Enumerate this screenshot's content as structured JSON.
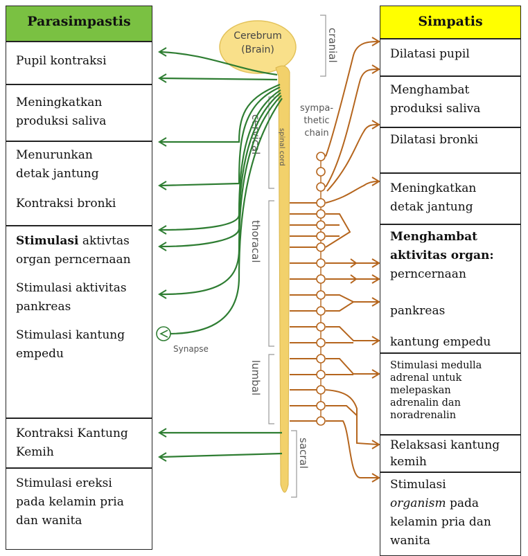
{
  "left": {
    "header": "Parasimpastis",
    "header_color": "#7ac142",
    "items": [
      [
        "Pupil kontraksi"
      ],
      [
        "Meningkatkan",
        "produksi saliva"
      ],
      [
        "Menurunkan",
        "detak jantung"
      ],
      [
        "Kontraksi bronki"
      ],
      [
        "aktivtas",
        "organ perncernaan"
      ],
      [
        "Stimulasi aktivitas",
        "pankreas"
      ],
      [
        "Stimulasi kantung",
        "empedu"
      ],
      [
        "Kontraksi Kantung",
        "Kemih"
      ],
      [
        "Stimulasi ereksi",
        "pada kelamin pria",
        "dan wanita"
      ]
    ],
    "bold_word": "Stimulasi"
  },
  "right": {
    "header": "Simpatis",
    "header_color": "#ffff00",
    "items": [
      [
        "Dilatasi pupil"
      ],
      [
        "Menghambat",
        "produksi saliva"
      ],
      [
        "Dilatasi bronki"
      ],
      [
        "Meningkatkan",
        "detak jantung"
      ],
      [
        "perncernaan"
      ],
      [
        "pankreas"
      ],
      [
        "kantung empedu"
      ],
      [
        "Stimulasi medulla",
        "adrenal untuk",
        "melepaskan",
        "adrenalin dan",
        "noradrenalin"
      ],
      [
        "Relaksasi kantung",
        "kemih"
      ],
      [
        "Stimulasi",
        "pada",
        "kelamin pria dan",
        "wanita"
      ]
    ],
    "bold_heading": [
      "Menghambat",
      "aktivitas organ:"
    ],
    "italic_word": "organism"
  },
  "diagram": {
    "brain_label": [
      "Cerebrum",
      "(Brain)"
    ],
    "chain_label": [
      "sympa-",
      "thetic",
      "chain"
    ],
    "spinal_cord_label": "spinal cord",
    "synapse_label": "Synapse",
    "regions": [
      "cranial",
      "cervical",
      "thoracal",
      "lumbal",
      "sacral"
    ],
    "colors": {
      "parasympathetic": "#2e7d32",
      "sympathetic": "#b5651d",
      "brain": "#f9e08a",
      "cord": "#f2d16b"
    }
  }
}
